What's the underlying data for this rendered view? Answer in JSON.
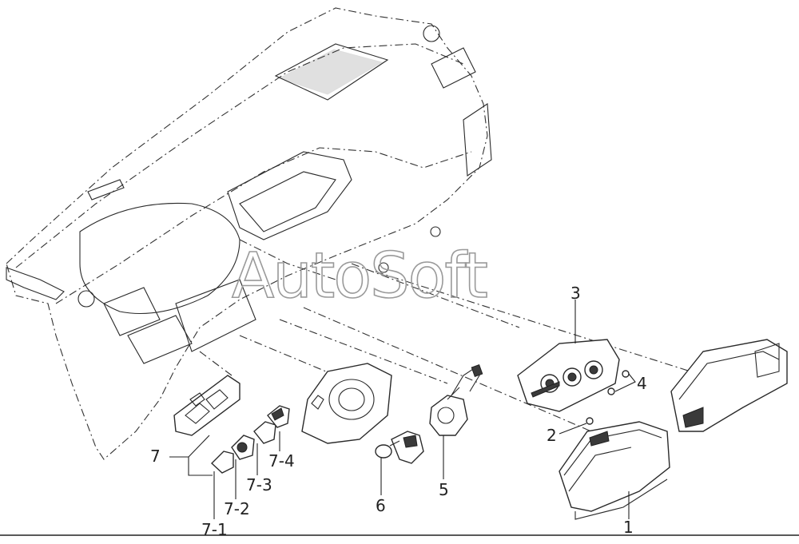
{
  "watermark": "AutoSoft",
  "callouts": {
    "c1": "1",
    "c2": "2",
    "c3": "3",
    "c4": "4",
    "c5": "5",
    "c6": "6",
    "c7": "7",
    "c7_1": "7-1",
    "c7_2": "7-2",
    "c7_3": "7-3",
    "c7_4": "7-4"
  }
}
